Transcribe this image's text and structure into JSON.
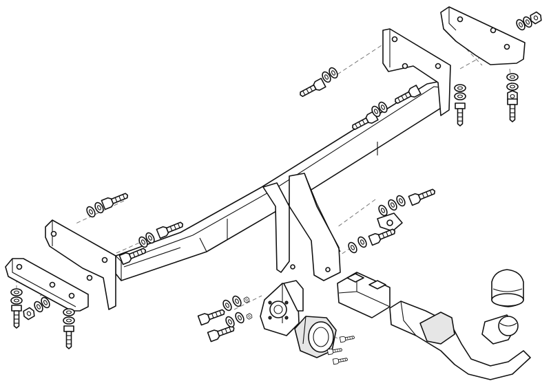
{
  "diagram": {
    "kind": "exploded-view line drawing",
    "parts": [
      "crossbar",
      "left-side-bracket",
      "right-side-bracket",
      "left-chassis-plate",
      "right-chassis-plate",
      "center-mount-bracket",
      "tow-ball-neck",
      "tow-ball",
      "ball-cap",
      "ball-receiver-clamp",
      "socket-plate",
      "electric-socket",
      "bolts",
      "washers",
      "nuts",
      "screws"
    ],
    "colors": {
      "line": "#111111",
      "fill": "#ffffff",
      "shade": "#e6e6e6",
      "guide": "#777777"
    }
  }
}
